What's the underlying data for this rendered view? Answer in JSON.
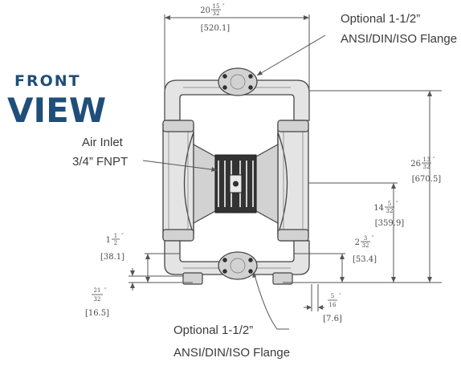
{
  "heading": {
    "line1": "FRONT",
    "line2": "VIEW"
  },
  "callouts": {
    "top_flange": {
      "line1": "Optional 1-1/2”",
      "line2": "ANSI/DIN/ISO Flange"
    },
    "air_inlet": {
      "line1": "Air Inlet",
      "line2": "3/4” FNPT"
    },
    "bottom_flange": {
      "line1": "Optional 1-1/2”",
      "line2": "ANSI/DIN/ISO Flange"
    }
  },
  "dimensions": {
    "overall_width": {
      "whole": "20",
      "num": "15",
      "den": "32",
      "unit": "″",
      "metric": "[520.1]"
    },
    "overall_height": {
      "whole": "26",
      "num": "13",
      "den": "32",
      "unit": "″",
      "metric": "[670.5]"
    },
    "inlet_height": {
      "whole": "14",
      "num": "5",
      "den": "32",
      "unit": "″",
      "metric": "[359.9]"
    },
    "bottom_left": {
      "whole": "1",
      "num": "1",
      "den": "2",
      "unit": "″",
      "metric": "[38.1]"
    },
    "foot_height": {
      "whole": "",
      "num": "21",
      "den": "32",
      "unit": "″",
      "metric": "[16.5]"
    },
    "bottom_right": {
      "whole": "2",
      "num": "3",
      "den": "32",
      "unit": "″",
      "metric": "[53.4]"
    },
    "foot_offset": {
      "whole": "",
      "num": "5",
      "den": "16",
      "unit": "″",
      "metric": "[7.6]"
    }
  }
}
